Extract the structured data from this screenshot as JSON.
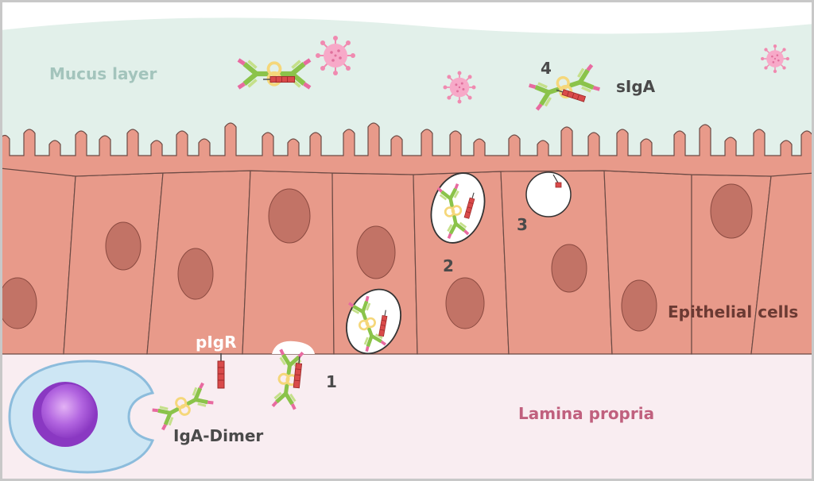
{
  "labels": {
    "mucus": "Mucus layer",
    "secretory_iga": "sIgA",
    "epithelial": "Epithelial cells",
    "lamina": "Lamina propria",
    "receptor": "pIgR",
    "dimer": "IgA-Dimer"
  },
  "steps": [
    "1",
    "2",
    "3",
    "4"
  ],
  "colors": {
    "mucus": "#e2f0ea",
    "cell": "#e89a8a",
    "cell_outline": "#6b4a44",
    "nucleus": "#c27366",
    "lamina": "#f9edf1",
    "plasma_cell": "#cde6f4",
    "plasma_nucleus": "#a04cd0",
    "virus": "#f08ab0",
    "antibody_green": "#8bc34a",
    "antibody_pink": "#e86aa0",
    "hinge": "#f5d77a",
    "receptor": "#d94a4a",
    "label_mucus": "#a3c4bc",
    "label_lamina": "#c0607e",
    "label_dark": "#4a4a4a",
    "label_epithelial": "#6b3a33",
    "label_receptor": "#ffffff"
  }
}
